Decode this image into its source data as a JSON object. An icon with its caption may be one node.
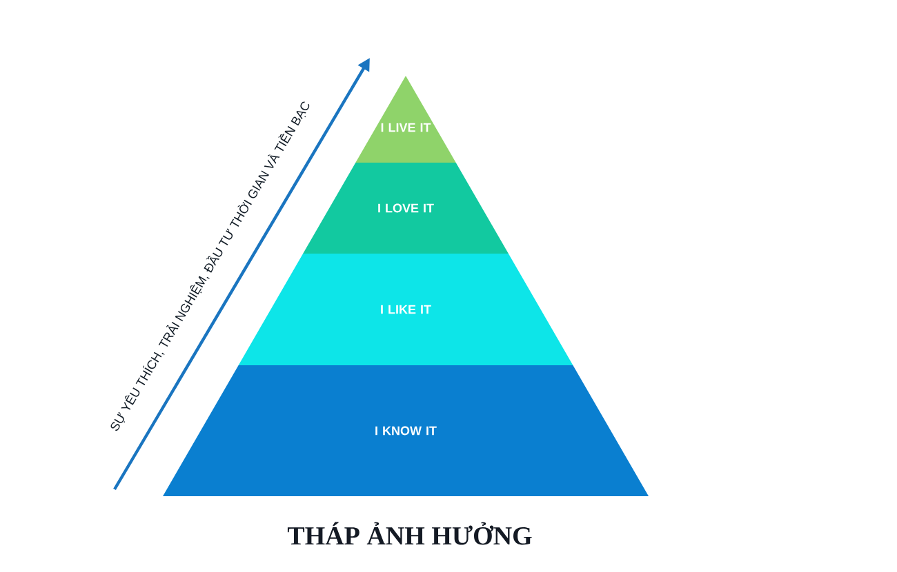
{
  "diagram": {
    "title": "THÁP ẢNH HƯỞNG",
    "nodes": [
      {
        "text": [
          "I LIVE IT"
        ]
      },
      {
        "text": [
          "I LOVE IT"
        ]
      },
      {
        "text": [
          "I LIKE IT"
        ]
      },
      {
        "text": [
          "I KNOW IT"
        ]
      }
    ],
    "labels": [
      "SỰ YÊU THÍCH, TRẢI NGHIỆM, ĐẦU TƯ THỜI GIAN VÀ TIỀN BẠC"
    ]
  }
}
